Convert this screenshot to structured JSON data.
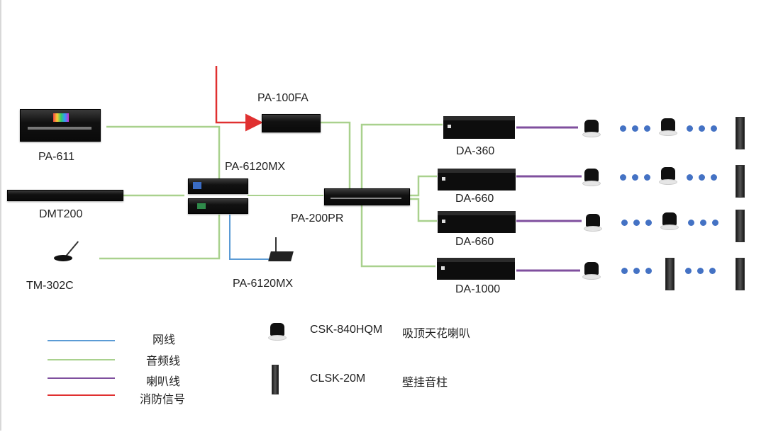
{
  "colors": {
    "network": "#5b9bd5",
    "audio": "#a9d18e",
    "speaker": "#7f4f9e",
    "fire": "#e03030",
    "dot": "#4472c4"
  },
  "devices": {
    "pa611": "PA-611",
    "dmt200": "DMT200",
    "tm302c": "TM-302C",
    "pa100fa": "PA-100FA",
    "pa6120mx": "PA-6120MX",
    "pa6120mx_mic": "PA-6120MX",
    "pa200pr": "PA-200PR",
    "da360": "DA-360",
    "da660a": "DA-660",
    "da660b": "DA-660",
    "da1000": "DA-1000"
  },
  "legend": {
    "lines": [
      {
        "label": "网线",
        "type": "network"
      },
      {
        "label": "音频线",
        "type": "audio"
      },
      {
        "label": "喇叭线",
        "type": "speaker"
      },
      {
        "label": "消防信号",
        "type": "fire"
      }
    ],
    "speakers": [
      {
        "model": "CSK-840HQM",
        "desc": "吸顶天花喇叭",
        "icon": "ceiling-speaker-icon"
      },
      {
        "model": "CLSK-20M",
        "desc": "壁挂音柱",
        "icon": "column-speaker-icon"
      }
    ]
  }
}
